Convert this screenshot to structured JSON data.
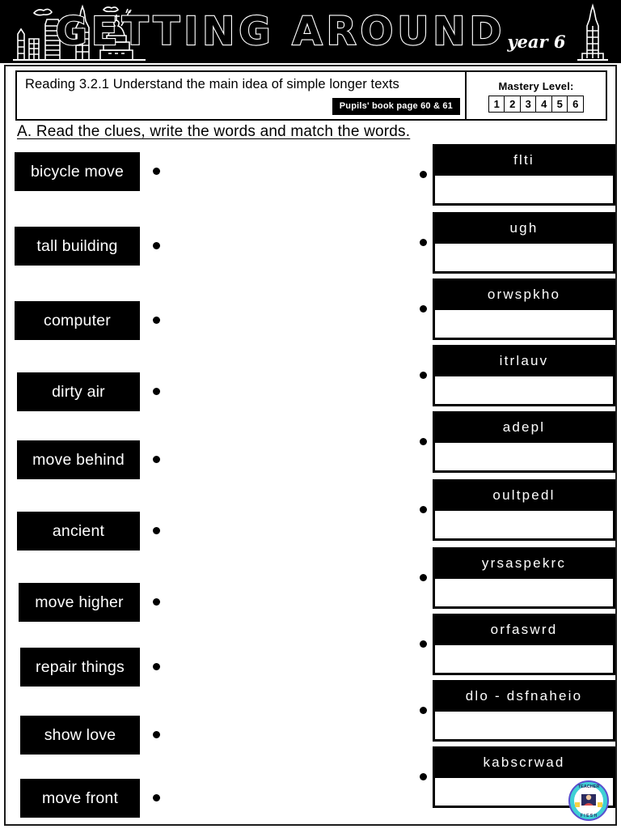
{
  "banner": {
    "title": "GETTING AROUND",
    "year": "year 6",
    "skyline_left_icon": "city-skyline-icon",
    "skyline_right_icon": "empire-state-building-icon"
  },
  "objective": {
    "text": "Reading 3.2.1 Understand the main idea of simple longer texts",
    "book_badge": "Pupils' book page 60 & 61"
  },
  "mastery": {
    "title": "Mastery Level:",
    "levels": [
      "1",
      "2",
      "3",
      "4",
      "5",
      "6"
    ]
  },
  "instruction": "A. Read the clues, write the words and match the words.",
  "clues": [
    {
      "label": "bicycle move",
      "width": 155
    },
    {
      "label": "tall building",
      "width": 155
    },
    {
      "label": "computer",
      "width": 155
    },
    {
      "label": "dirty air",
      "width": 152
    },
    {
      "label": "move behind",
      "width": 152
    },
    {
      "label": "ancient",
      "width": 152
    },
    {
      "label": "move higher",
      "width": 150
    },
    {
      "label": "repair things",
      "width": 148
    },
    {
      "label": "show love",
      "width": 148
    },
    {
      "label": "move front",
      "width": 148
    }
  ],
  "scrambled_words": [
    {
      "scrambled": "flti",
      "answer": ""
    },
    {
      "scrambled": "ugh",
      "answer": ""
    },
    {
      "scrambled": "orwspkho",
      "answer": ""
    },
    {
      "scrambled": "itrlauv",
      "answer": ""
    },
    {
      "scrambled": "adepl",
      "answer": ""
    },
    {
      "scrambled": "oultpedl",
      "answer": ""
    },
    {
      "scrambled": "yrsaspekrc",
      "answer": ""
    },
    {
      "scrambled": "orfaswrd",
      "answer": ""
    },
    {
      "scrambled": "dlo - dsfnaheio",
      "answer": ""
    },
    {
      "scrambled": "kabscrwad",
      "answer": ""
    }
  ],
  "logo": {
    "name": "teacher-fiesh-logo",
    "text": "TEACHER",
    "color": "#3fd0d4"
  },
  "colors": {
    "ink": "#000000",
    "paper": "#ffffff",
    "frame": "#1b1b1b"
  }
}
